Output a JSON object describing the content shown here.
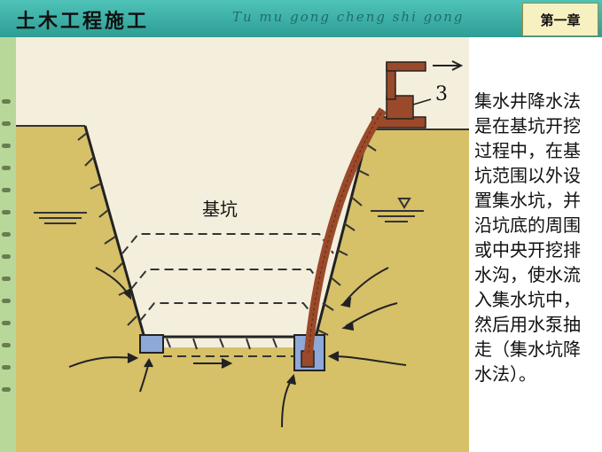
{
  "header": {
    "title": "土木工程施工",
    "pinyin": "Tu mu gong cheng shi gong",
    "chapter": "第一章"
  },
  "figure": {
    "pit_label": "基坑",
    "pump_label": "3"
  },
  "description": "集水井降水法是在基坑开挖过程中，在基坑范围以外设置集水坑，并沿坑底的周围或中央开挖排水沟，使水流入集水坑中，然后用水泵抽走（集水坑降水法）。",
  "colors": {
    "soil": "#d6c068",
    "pit_face": "#f4eedc",
    "water": "#8ea8d8",
    "pipe": "#9a4a2a",
    "header": "#3fb1a8"
  }
}
